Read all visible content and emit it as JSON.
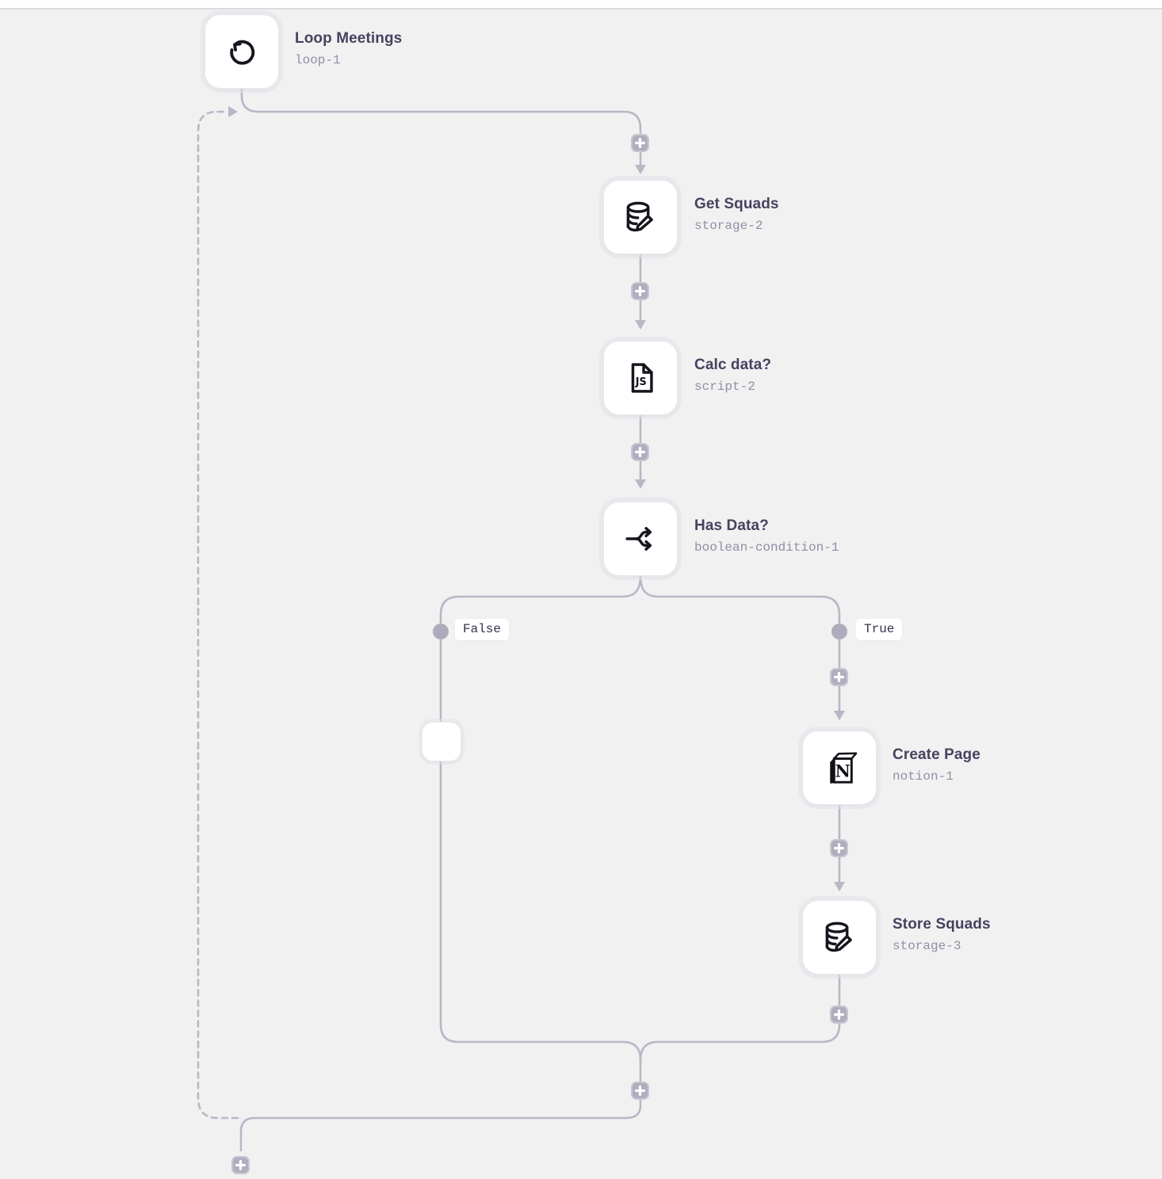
{
  "workflow": {
    "nodes": [
      {
        "title": "Loop Meetings",
        "id": "loop-1",
        "icon": "loop-icon"
      },
      {
        "title": "Get Squads",
        "id": "storage-2",
        "icon": "database-edit-icon"
      },
      {
        "title": "Calc data?",
        "id": "script-2",
        "icon": "javascript-file-icon"
      },
      {
        "title": "Has Data?",
        "id": "boolean-condition-1",
        "icon": "branch-split-icon"
      },
      {
        "title": "Create Page",
        "id": "notion-1",
        "icon": "notion-icon"
      },
      {
        "title": "Store Squads",
        "id": "storage-3",
        "icon": "database-edit-icon"
      }
    ],
    "branch": {
      "false_label": "False",
      "true_label": "True"
    },
    "icon_text": {
      "script_badge": "JS",
      "notion_letter": "N"
    },
    "colors": {
      "canvas_background": "#f1f1f2",
      "wire": "#b9b7c5",
      "plus_button": "#b0aebe",
      "node_title": "#46435e",
      "node_id": "#918ea4",
      "icon_ink": "#17161f"
    }
  }
}
